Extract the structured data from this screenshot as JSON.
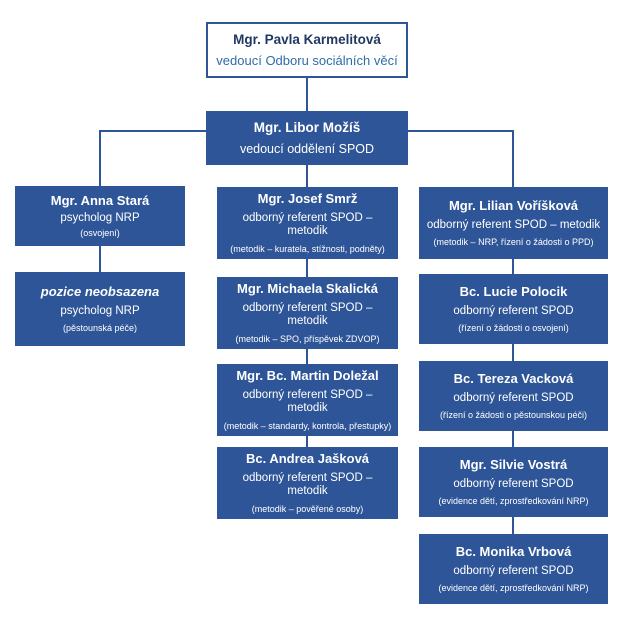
{
  "colors": {
    "box_fill": "#2e5597",
    "box_text": "#ffffff",
    "line": "#2e5597",
    "root_border": "#2e5597",
    "root_name_text": "#203864",
    "root_subtitle_text": "#2e6da8"
  },
  "org": {
    "root": {
      "name": "Mgr. Pavla Karmelitová",
      "title": "vedoucí Odboru sociálních věcí"
    },
    "manager": {
      "name": "Mgr. Libor Možíš",
      "title": "vedoucí oddělení SPOD"
    },
    "columns": [
      {
        "boxes": [
          {
            "name": "Mgr. Anna Stará",
            "title": "psycholog NRP",
            "detail": "(osvojení)"
          },
          {
            "name": "pozice neobsazena",
            "title": "psycholog NRP",
            "detail": "(pěstounská péče)",
            "vacant": true
          }
        ]
      },
      {
        "boxes": [
          {
            "name": "Mgr. Josef Smrž",
            "title": "odborný referent SPOD – metodik",
            "detail": "(metodik – kuratela, stížnosti, podněty)"
          },
          {
            "name": "Mgr. Michaela Skalická",
            "title": "odborný referent SPOD – metodik",
            "detail": "(metodik – SPO, příspěvek ZDVOP)"
          },
          {
            "name": "Mgr. Bc. Martin Doležal",
            "title": "odborný referent SPOD – metodik",
            "detail": "(metodik – standardy, kontrola, přestupky)"
          },
          {
            "name": "Bc. Andrea Jašková",
            "title": "odborný referent SPOD – metodik",
            "detail": "(metodik – pověřené osoby)"
          }
        ]
      },
      {
        "boxes": [
          {
            "name": "Mgr. Lilian Voříšková",
            "title": "odborný referent SPOD – metodik",
            "detail": "(metodik – NRP, řízení o žádosti o PPD)"
          },
          {
            "name": "Bc. Lucie Polocik",
            "title": "odborný referent SPOD",
            "detail": "(řízení o žádosti o osvojení)"
          },
          {
            "name": "Bc. Tereza Vacková",
            "title": "odborný referent SPOD",
            "detail": "(řízení o žádosti o pěstounskou péči)"
          },
          {
            "name": "Mgr. Silvie Vostrá",
            "title": "odborný referent SPOD",
            "detail": "(evidence dětí, zprostředkování NRP)"
          },
          {
            "name": "Bc. Monika Vrbová",
            "title": "odborný referent SPOD",
            "detail": "(evidence dětí, zprostředkování NRP)"
          }
        ]
      }
    ]
  }
}
